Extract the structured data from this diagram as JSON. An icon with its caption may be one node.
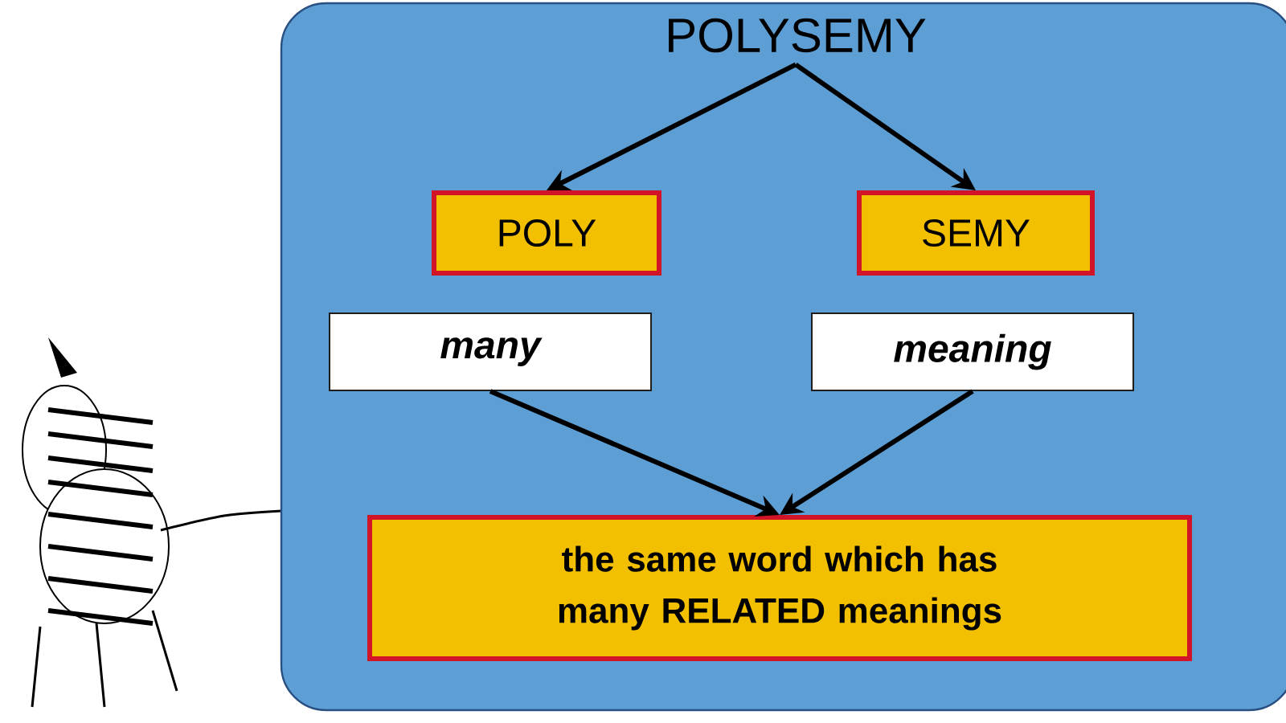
{
  "diagram": {
    "nodes": [
      {
        "text": [],
        "shape": "box"
      },
      {
        "text": [
          "POLYSEMY"
        ],
        "in": 0
      },
      {
        "text": [
          "POLY"
        ],
        "in": 0
      },
      {
        "text": [
          "SEMY"
        ],
        "in": 0
      },
      {
        "text": [
          "many"
        ],
        "in": 0
      },
      {
        "text": [
          "meaning"
        ],
        "in": 0
      },
      {
        "text": [
          "the same word which has many RELATED meanings"
        ],
        "in": 0
      }
    ],
    "edges": [
      {
        "from": 1,
        "to": 2,
        "arrow": "to"
      },
      {
        "from": 1,
        "to": 3,
        "arrow": "to"
      },
      {
        "from": 4,
        "to": 6,
        "arrow": "to"
      },
      {
        "from": 5,
        "to": 6,
        "arrow": "to"
      }
    ]
  }
}
